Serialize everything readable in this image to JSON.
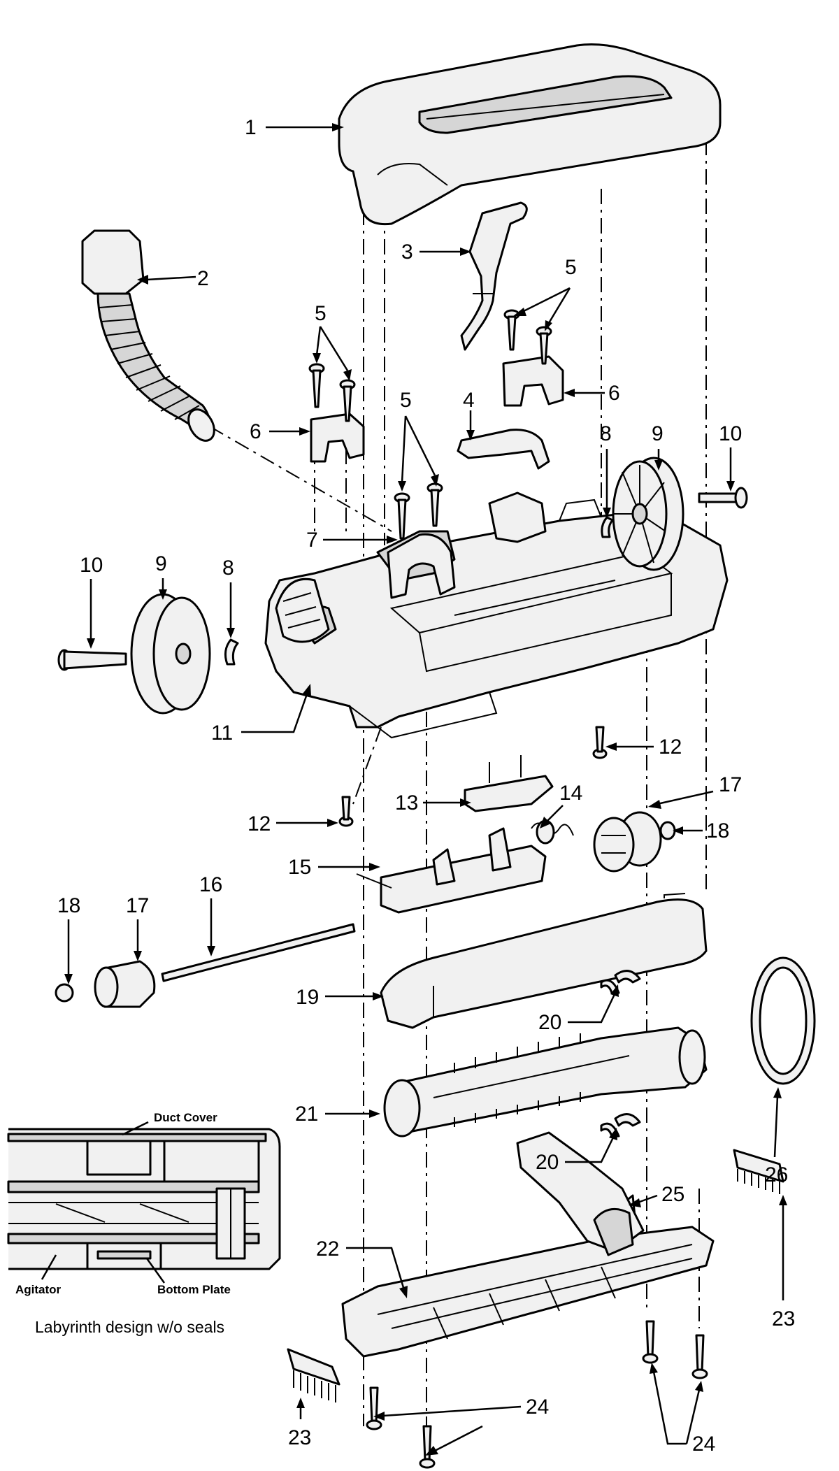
{
  "callouts": {
    "c1": "1",
    "c2": "2",
    "c3": "3",
    "c4": "4",
    "c5a": "5",
    "c5b": "5",
    "c5c": "5",
    "c6a": "6",
    "c6b": "6",
    "c7": "7",
    "c8a": "8",
    "c8b": "8",
    "c9a": "9",
    "c9b": "9",
    "c10a": "10",
    "c10b": "10",
    "c11": "11",
    "c12a": "12",
    "c12b": "12",
    "c13": "13",
    "c14": "14",
    "c15": "15",
    "c16": "16",
    "c17a": "17",
    "c17b": "17",
    "c18a": "18",
    "c18b": "18",
    "c19": "19",
    "c20a": "20",
    "c20b": "20",
    "c21": "21",
    "c22": "22",
    "c23a": "23",
    "c23b": "23",
    "c24a": "24",
    "c24b": "24",
    "c25": "25",
    "c26": "26"
  },
  "inset": {
    "duct_cover": "Duct Cover",
    "agitator": "Agitator",
    "bottom_plate": "Bottom Plate",
    "caption": "Labyrinth design w/o seals"
  }
}
